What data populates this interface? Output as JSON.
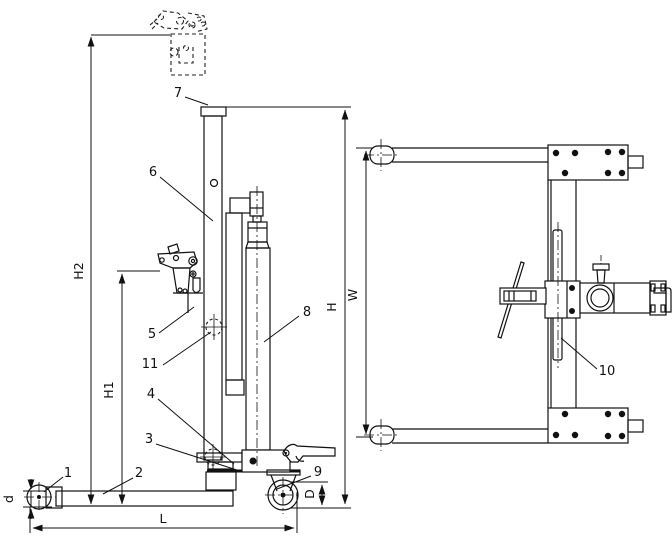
{
  "figure": {
    "type": "technical-drawing",
    "views": [
      "side-elevation",
      "top-plan"
    ],
    "subject": "hydraulic-lifter-outline-drawing"
  },
  "colors": {
    "background": "#ffffff",
    "line": "#111111"
  },
  "labels": {
    "p1": "1",
    "p2": "2",
    "p3": "3",
    "p4": "4",
    "p5": "5",
    "p6": "6",
    "p7": "7",
    "p8": "8",
    "p9": "9",
    "p10": "10",
    "p11": "11",
    "H": "H",
    "H1": "H1",
    "H2": "H2",
    "W": "W",
    "L": "L",
    "D": "D",
    "d": "d"
  }
}
